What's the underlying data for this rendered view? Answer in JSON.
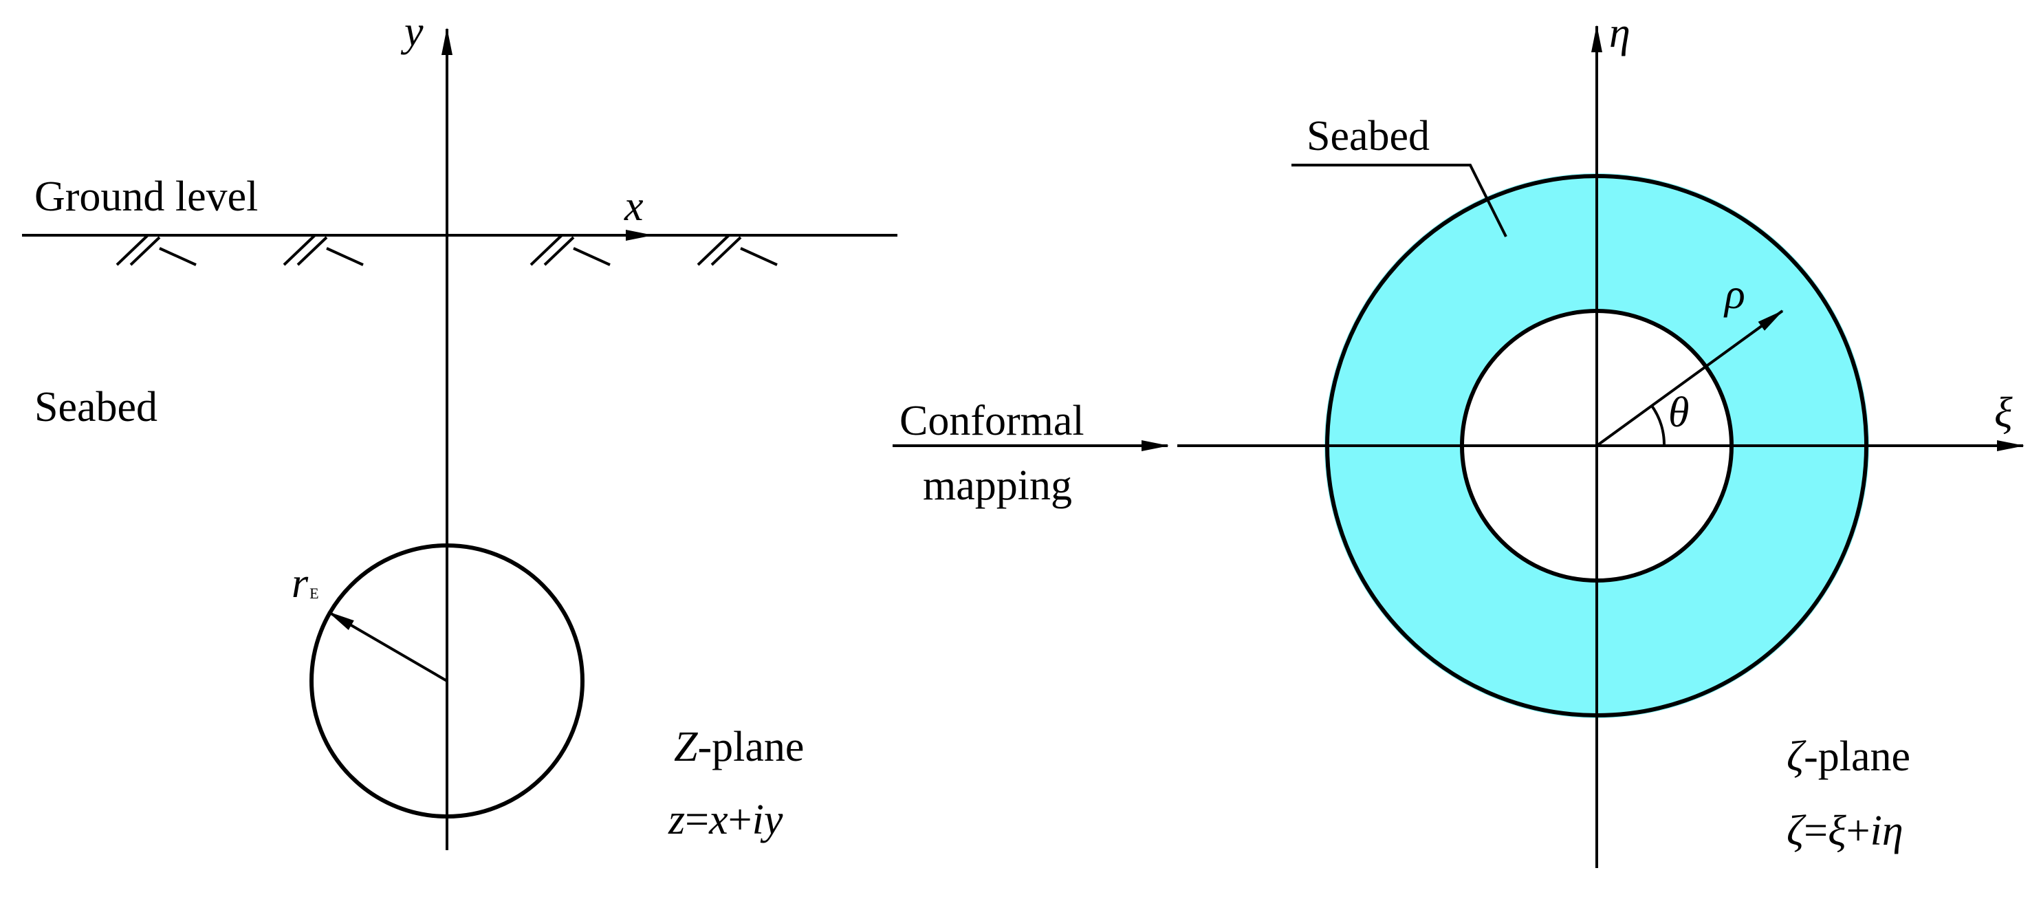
{
  "z_plane": {
    "axis_y_label": "y",
    "axis_x_label": "x",
    "ground_level_label": "Ground level",
    "seabed_label": "Seabed",
    "radius_symbol": "r",
    "radius_subscript": "E",
    "plane_name_symbol": "Z",
    "plane_name_suffix": "-plane",
    "equation": {
      "lhs": "z",
      "eq": "=",
      "real": "x",
      "plus": "+",
      "imag": "iy"
    }
  },
  "mapping": {
    "line1": "Conformal",
    "line2": "mapping"
  },
  "zeta_plane": {
    "axis_eta_label": "η",
    "axis_xi_label": "ξ",
    "seabed_label": "Seabed",
    "rho_label": "ρ",
    "theta_label": "θ",
    "plane_name_symbol": "ζ",
    "plane_name_suffix": "-plane",
    "equation": {
      "lhs": "ζ",
      "eq": "=",
      "real": "ξ",
      "plus": "+",
      "imag": "iη"
    }
  },
  "colors": {
    "annulus_fill": "#80F8FC",
    "line": "#000000",
    "background": "#FFFFFF"
  }
}
